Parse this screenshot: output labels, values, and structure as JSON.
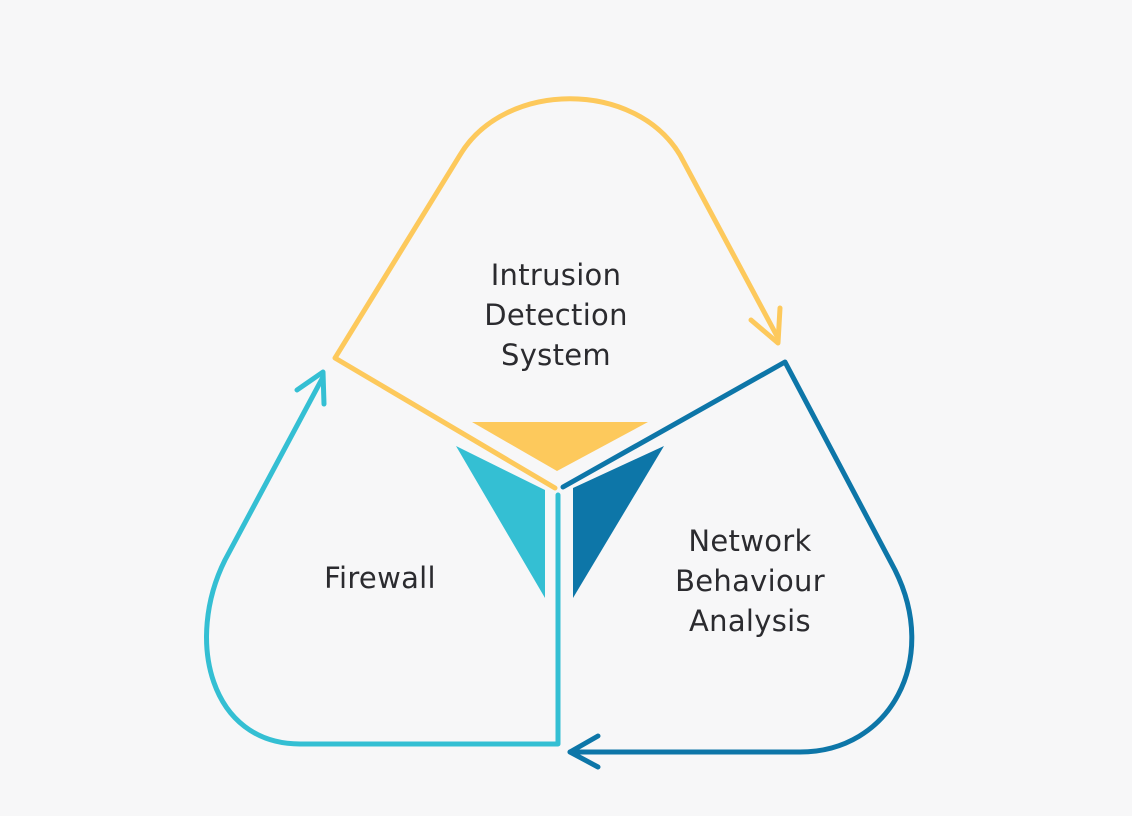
{
  "colors": {
    "background": "#f7f7f8",
    "ids": "#fdc95c",
    "firewall": "#34bfd3",
    "nba": "#0d76a8",
    "text": "#2b2b2f"
  },
  "nodes": {
    "ids": {
      "lines": [
        "Intrusion",
        "Detection",
        "System"
      ]
    },
    "firewall": {
      "lines": [
        "Firewall"
      ]
    },
    "nba": {
      "lines": [
        "Network",
        "Behaviour",
        "Analysis"
      ]
    }
  }
}
